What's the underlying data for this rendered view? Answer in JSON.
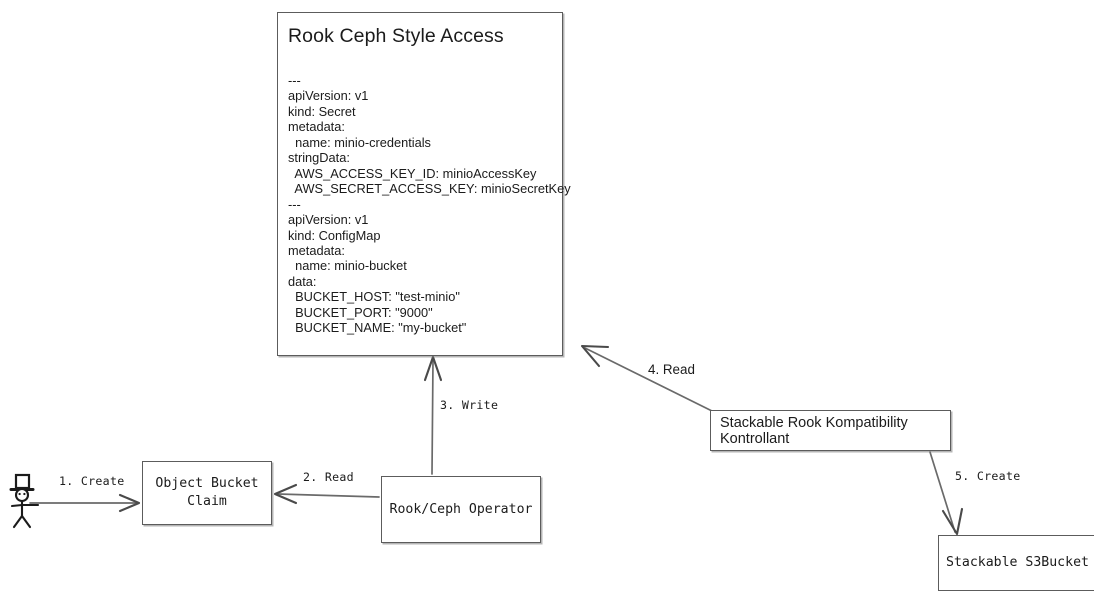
{
  "diagram": {
    "background": "#ffffff",
    "stroke": "#5c5c5c",
    "text_color": "#1b1b1b"
  },
  "yaml_card": {
    "title": "Rook Ceph Style Access",
    "body": "---\napiVersion: v1\nkind: Secret\nmetadata:\n  name: minio-credentials\nstringData:\n  AWS_ACCESS_KEY_ID: minioAccessKey\n  AWS_SECRET_ACCESS_KEY: minioSecretKey\n---\napiVersion: v1\nkind: ConfigMap\nmetadata:\n  name: minio-bucket\ndata:\n  BUCKET_HOST: \"test-minio\"\n  BUCKET_PORT: \"9000\"\n  BUCKET_NAME: \"my-bucket\""
  },
  "nodes": [
    {
      "id": "obc",
      "label": "Object Bucket\nClaim",
      "font": "mono"
    },
    {
      "id": "operator",
      "label": "Rook/Ceph Operator",
      "font": "mono"
    },
    {
      "id": "krkk",
      "label": "Stackable Rook Kompatibility Kontrollant",
      "font": "sans"
    },
    {
      "id": "s3bucket",
      "label": "Stackable S3Bucket",
      "font": "mono"
    }
  ],
  "edges": [
    {
      "id": "create1",
      "label": "1. Create",
      "from": "actor",
      "to": "obc",
      "font": "mono"
    },
    {
      "id": "read2",
      "label": "2. Read",
      "from": "operator",
      "to": "obc",
      "font": "mono"
    },
    {
      "id": "write3",
      "label": "3. Write",
      "from": "operator",
      "to": "yaml_card",
      "font": "mono"
    },
    {
      "id": "read4",
      "label": "4. Read",
      "from": "krkk",
      "to": "yaml_card",
      "font": "sans"
    },
    {
      "id": "create5",
      "label": "5. Create",
      "from": "krkk",
      "to": "s3bucket",
      "font": "mono"
    }
  ],
  "actor": {
    "name": "user-stick-figure"
  }
}
